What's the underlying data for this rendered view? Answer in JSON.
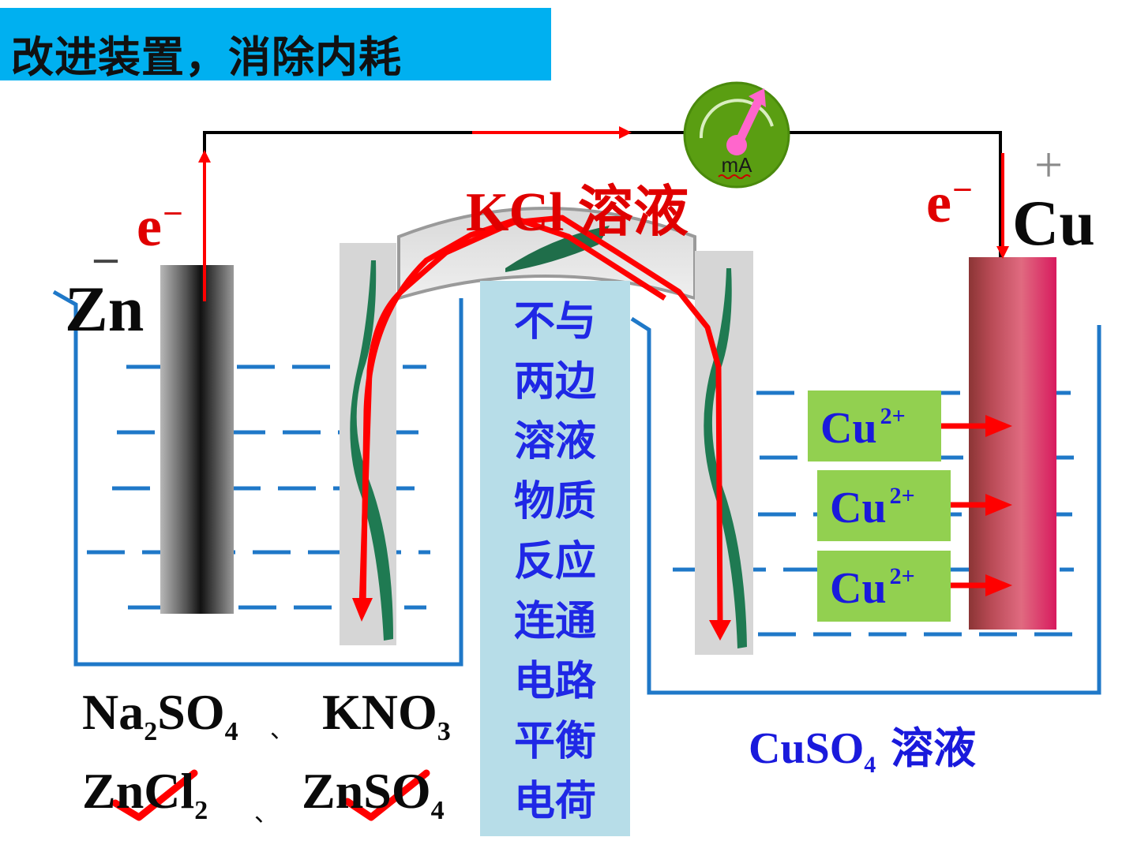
{
  "title": "改进装置，消除内耗",
  "meter": {
    "label": "mA"
  },
  "electrodes": {
    "anode": {
      "name": "Zn",
      "sign": "－"
    },
    "cathode": {
      "name": "Cu",
      "sign": "+"
    }
  },
  "electron_labels": {
    "left": "e",
    "right": "e",
    "superscript": "－"
  },
  "salt_bridge": {
    "label": "KCl 溶液",
    "note_lines": [
      "不与",
      "两边",
      "溶液",
      "物质",
      "反应",
      "连通",
      "电路",
      "平衡",
      "电荷"
    ]
  },
  "cu_ions": [
    {
      "base": "Cu",
      "charge": "2+"
    },
    {
      "base": "Cu",
      "charge": "2+"
    },
    {
      "base": "Cu",
      "charge": "2+"
    }
  ],
  "left_solutions": {
    "na2so4": {
      "base1": "Na",
      "sub1": "2",
      "base2": "SO",
      "sub2": "4"
    },
    "kno3": {
      "base": "KNO",
      "sub": "3"
    },
    "zncl2": {
      "base": "ZnCl",
      "sub": "2"
    },
    "znso4": {
      "base": "ZnSO",
      "sub": "4"
    },
    "separator": "、"
  },
  "right_solution": {
    "base": "CuSO",
    "sub": "4",
    "suffix": " 溶液"
  },
  "colors": {
    "title_bar": "#00b0f0",
    "arrows": "#ff0000",
    "vessel": "#1f78c8",
    "note_bg": "#b7dde8",
    "note_text": "#1f28e6",
    "ion_box": "#92d050",
    "meter": "#5a9e12"
  }
}
